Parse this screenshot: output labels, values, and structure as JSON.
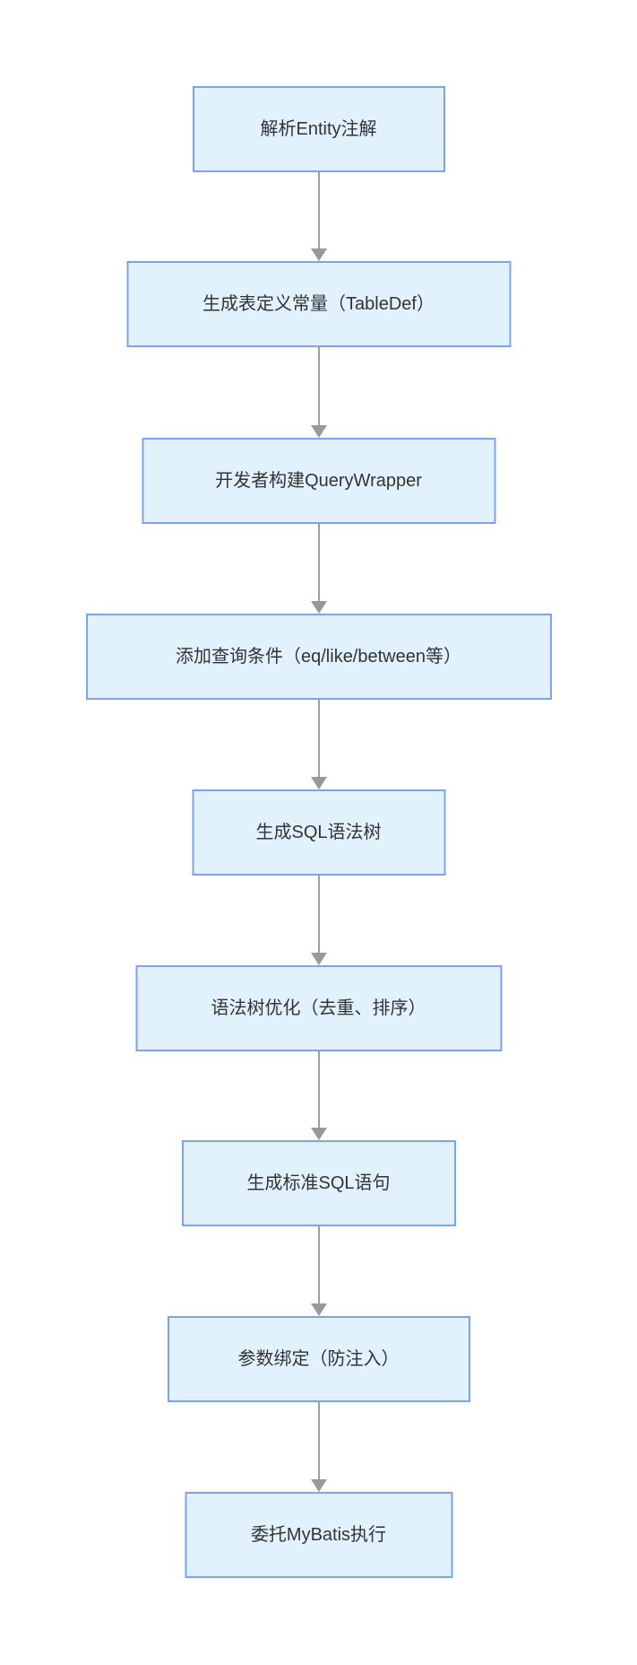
{
  "diagram": {
    "type": "flowchart",
    "direction": "top-down",
    "nodes": [
      {
        "id": "1",
        "label": "解析Entity注解"
      },
      {
        "id": "2",
        "label": "生成表定义常量（TableDef）"
      },
      {
        "id": "3",
        "label": "开发者构建QueryWrapper"
      },
      {
        "id": "4",
        "label": "添加查询条件（eq/like/between等）"
      },
      {
        "id": "5",
        "label": "生成SQL语法树"
      },
      {
        "id": "6",
        "label": "语法树优化（去重、排序）"
      },
      {
        "id": "7",
        "label": "生成标准SQL语句"
      },
      {
        "id": "8",
        "label": "参数绑定（防注入）"
      },
      {
        "id": "9",
        "label": "委托MyBatis执行"
      }
    ],
    "edges": [
      {
        "from": "1",
        "to": "2"
      },
      {
        "from": "2",
        "to": "3"
      },
      {
        "from": "3",
        "to": "4"
      },
      {
        "from": "4",
        "to": "5"
      },
      {
        "from": "5",
        "to": "6"
      },
      {
        "from": "6",
        "to": "7"
      },
      {
        "from": "7",
        "to": "8"
      },
      {
        "from": "8",
        "to": "9"
      }
    ],
    "colors": {
      "node_fill": "#e1f2fd",
      "node_border": "#7aa5ee",
      "arrow": "#999999",
      "text": "#333333",
      "background": "#ffffff"
    }
  }
}
